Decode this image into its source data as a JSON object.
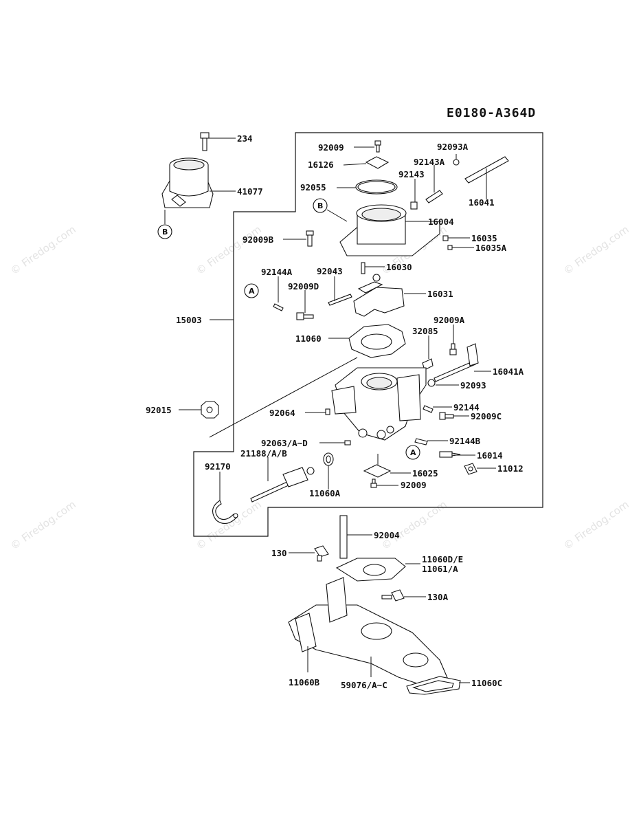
{
  "diagram_code": "E0180-A364D",
  "watermark": "© Firedog.com",
  "callouts": {
    "a": "A",
    "b": "B"
  },
  "labels": {
    "p234": "234",
    "p41077": "41077",
    "p92009_top": "92009",
    "p16126": "16126",
    "p92055": "92055",
    "p92143": "92143",
    "p92143a": "92143A",
    "p92093a": "92093A",
    "p16041": "16041",
    "p16004": "16004",
    "p92009b": "92009B",
    "p16035": "16035",
    "p16035a": "16035A",
    "p16030": "16030",
    "p92144a": "92144A",
    "p92043": "92043",
    "p92009d": "92009D",
    "p16031": "16031",
    "p15003": "15003",
    "p11060": "11060",
    "p32085": "32085",
    "p92009a": "92009A",
    "p16041a": "16041A",
    "p92093": "92093",
    "p92015": "92015",
    "p92064": "92064",
    "p92144": "92144",
    "p92009c": "92009C",
    "p92063": "92063/A~D",
    "p92144b": "92144B",
    "p21188": "21188/A/B",
    "p16014": "16014",
    "p92170": "92170",
    "p16025": "16025",
    "p11012": "11012",
    "p11060a": "11060A",
    "p92009_bot": "92009",
    "p92004": "92004",
    "p130": "130",
    "p11060de": "11060D/E",
    "p11061a": "11061/A",
    "p130a": "130A",
    "p11060b": "11060B",
    "p59076": "59076/A~C",
    "p11060c": "11060C"
  }
}
